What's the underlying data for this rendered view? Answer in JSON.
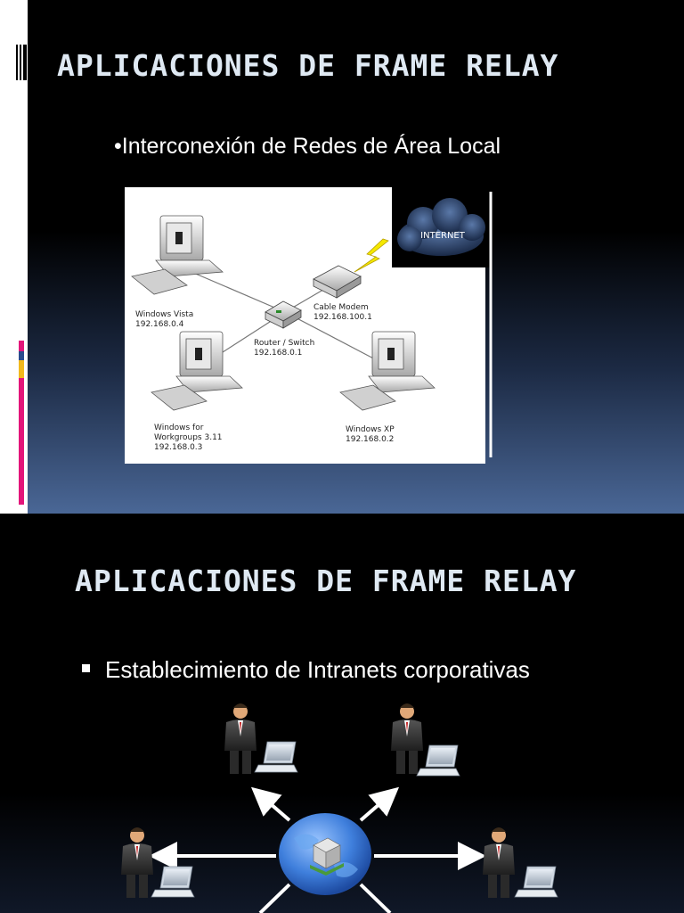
{
  "slide1": {
    "title": "APLICACIONES DE FRAME RELAY",
    "bullet_marker": "•",
    "bullet": "Interconexión de Redes de Área Local",
    "diagram": {
      "cloud_label": "INTERNET",
      "modem_label": "Cable Modem",
      "modem_ip": "192.168.100.1",
      "router_label": "Router / Switch",
      "router_ip": "192.168.0.1",
      "pc_vista_label": "Windows Vista",
      "pc_vista_ip": "192.168.0.4",
      "pc_wfw_label1": "Windows for",
      "pc_wfw_label2": "Workgroups 3.11",
      "pc_wfw_ip": "192.168.0.3",
      "pc_xp_label": "Windows XP",
      "pc_xp_ip": "192.168.0.2"
    }
  },
  "slide2": {
    "title": "APLICACIONES DE FRAME RELAY",
    "bullet": "Establecimiento de Intranets corporativas"
  },
  "colors": {
    "title": "#dfe9f3",
    "accent_pink": "#e3157a",
    "accent_yellow": "#f2b91c",
    "accent_blue": "#2a4b8d",
    "globe": "#3f7fdc"
  }
}
